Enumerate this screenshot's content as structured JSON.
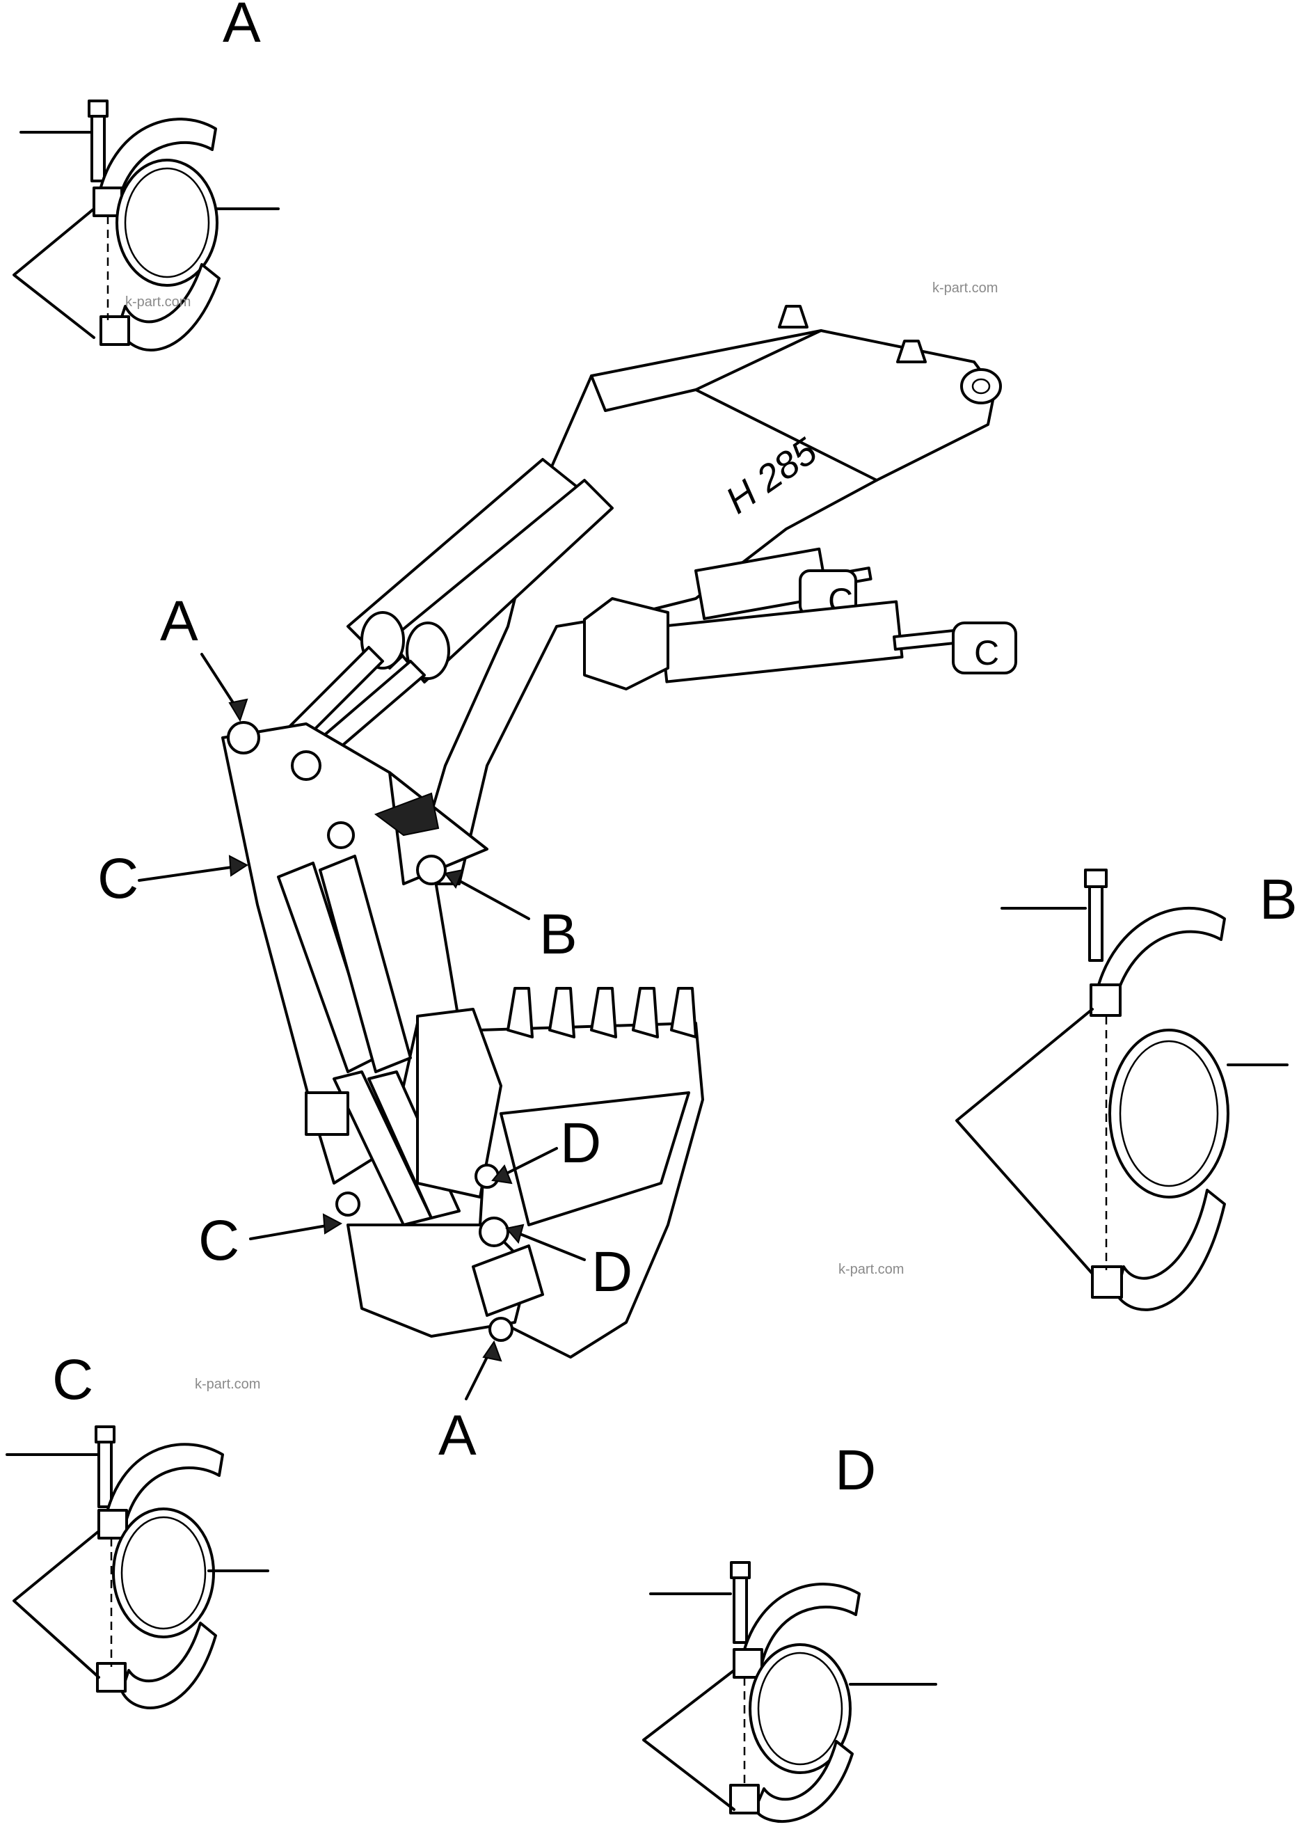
{
  "model_label": "H 285",
  "callouts": {
    "detail_a": "A",
    "detail_b": "B",
    "detail_c": "C",
    "detail_d": "D",
    "boom_a_upper": "A",
    "boom_c_upper": "C",
    "boom_b": "B",
    "boom_c_lower": "C",
    "boom_d_upper": "D",
    "boom_d_lower": "D",
    "boom_a_lower": "A",
    "cyl_c_upper": "C",
    "cyl_c_lower": "C"
  },
  "watermarks": [
    "k-part.com",
    "k-part.com",
    "k-part.com",
    "k-part.com"
  ]
}
